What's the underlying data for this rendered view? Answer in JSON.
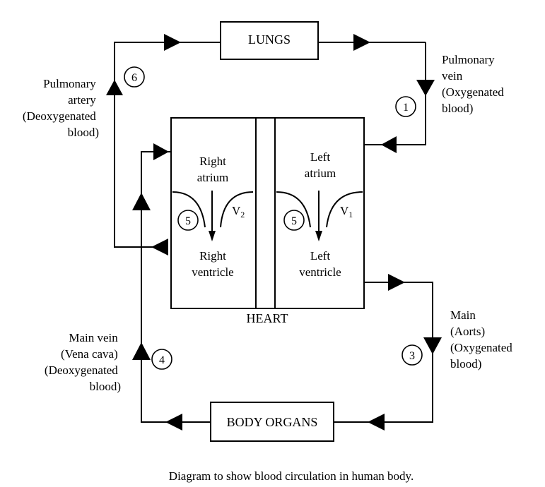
{
  "boxes": {
    "lungs": "LUNGS",
    "body_organs": "BODY ORGANS",
    "heart": "HEART"
  },
  "chambers": {
    "right_atrium": [
      "Right",
      "atrium"
    ],
    "left_atrium": [
      "Left",
      "atrium"
    ],
    "right_ventricle": [
      "Right",
      "ventricle"
    ],
    "left_ventricle": [
      "Left",
      "ventricle"
    ]
  },
  "valves": {
    "right": {
      "main": "V",
      "sub": "2"
    },
    "left": {
      "main": "V",
      "sub": "1"
    }
  },
  "vessels": {
    "pulmonary_artery": [
      "Pulmonary",
      "artery",
      "(Deoxygenated",
      "blood)"
    ],
    "pulmonary_vein": [
      "Pulmonary",
      "vein",
      "(Oxygenated",
      "blood)"
    ],
    "aorta": [
      "Main",
      "(Aorts)",
      "(Oxygenated",
      "blood)"
    ],
    "vena_cava": [
      "Main vein",
      "(Vena cava)",
      "(Deoxygenated",
      "blood)"
    ]
  },
  "steps": {
    "pulmonary_vein": "1",
    "aorta": "3",
    "vena_cava": "4",
    "right_valve": "5",
    "left_valve": "5",
    "pulmonary_artery": "6"
  },
  "caption": "Diagram to show blood circulation in human body."
}
